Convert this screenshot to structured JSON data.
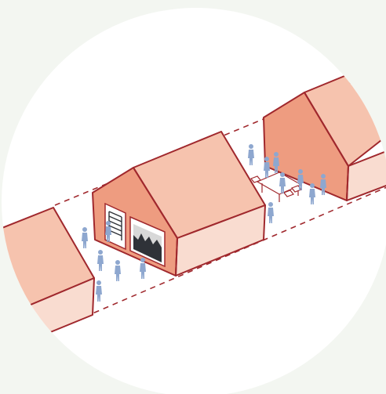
{
  "colors": {
    "page_background": "#f3f6f1",
    "circle_background": "#ffffff",
    "roof_light": "#f6c3ae",
    "roof_dark": "#e59a83",
    "wall_front": "#ee9c80",
    "wall_side": "#f9dcd0",
    "outline": "#a0282d",
    "people": "#8ea7cf",
    "window_dark": "#2f3238"
  },
  "elements": {
    "houses": [
      "left-house",
      "center-house",
      "right-house"
    ],
    "path": "dashed-walkway",
    "people_count_visible": 18,
    "features": [
      "radiator-window",
      "fireplace-window",
      "outdoor-dining-table"
    ]
  }
}
